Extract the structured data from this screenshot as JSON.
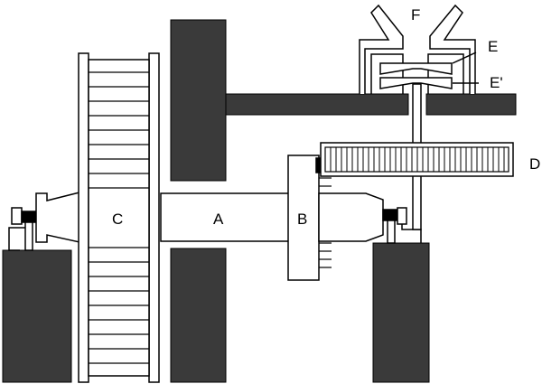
{
  "labels": {
    "a": "A",
    "b": "B",
    "c": "C",
    "d": "D",
    "e": "E",
    "e_prime": "E'",
    "f": "F"
  },
  "colors": {
    "block": "#3a3a3a",
    "line": "#000000",
    "fill": "#ffffff"
  }
}
